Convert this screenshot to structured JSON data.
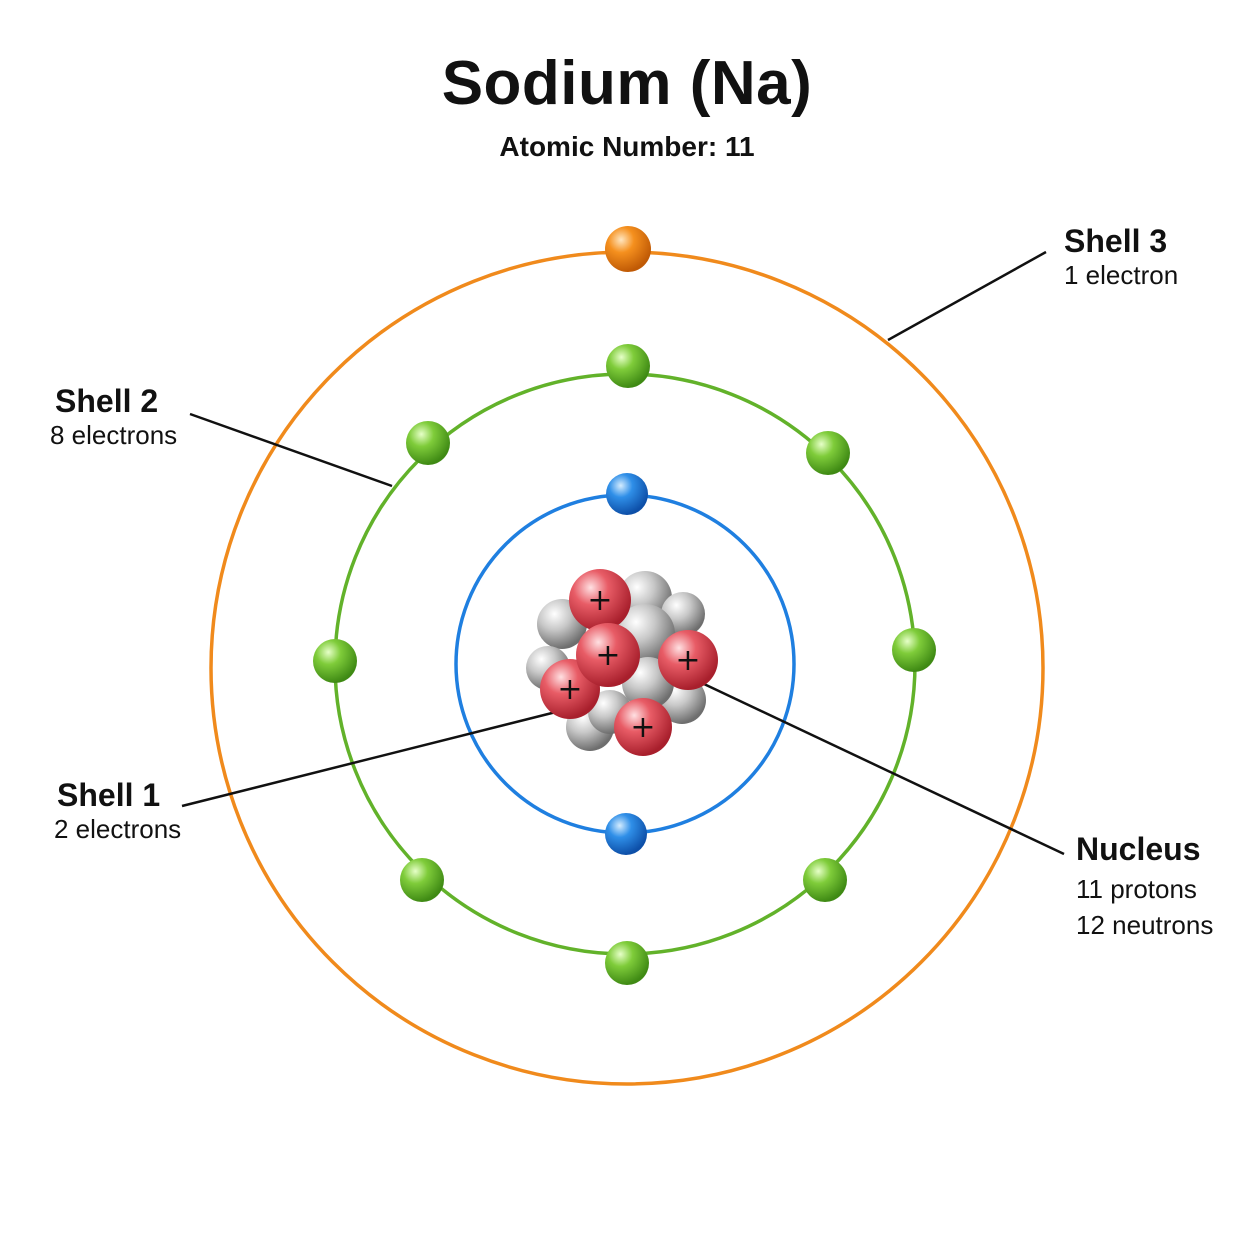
{
  "title": "Sodium (Na)",
  "subtitle": "Atomic Number: 11",
  "colors": {
    "shell1": "#1f7fe0",
    "shell2": "#62b22a",
    "shell3": "#f08a1c",
    "proton": "#e0515a",
    "neutron": "#b9b9b9"
  },
  "shells": [
    {
      "id": "shell1",
      "title": "Shell 1",
      "detail": "2 electrons",
      "electrons": 2
    },
    {
      "id": "shell2",
      "title": "Shell 2",
      "detail": "8 electrons",
      "electrons": 8
    },
    {
      "id": "shell3",
      "title": "Shell 3",
      "detail": "1 electron",
      "electrons": 1
    }
  ],
  "nucleus": {
    "title": "Nucleus",
    "protons_text": "11 protons",
    "neutrons_text": "12 neutrons",
    "proton_symbol": "+"
  }
}
